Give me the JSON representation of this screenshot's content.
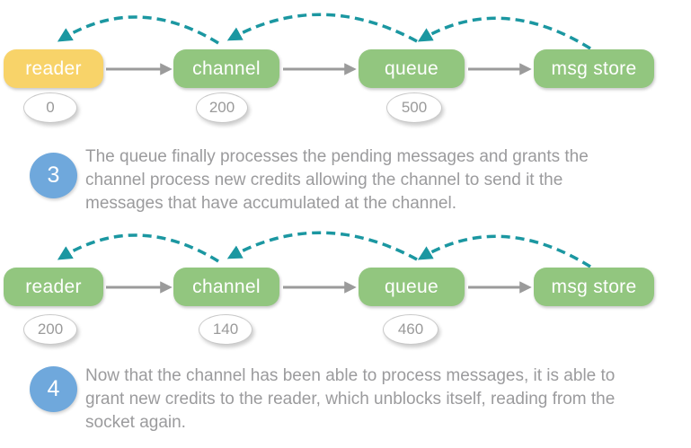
{
  "figure": {
    "description_colors": {
      "node_green": "#92C67F",
      "node_yellow": "#F8D369",
      "credit_arrow_teal": "#1B97A1",
      "flow_arrow_gray": "#9B9B9B",
      "step_circle_blue": "#6FA8DC",
      "body_text_gray": "#9B9B9D"
    }
  },
  "diagrams": [
    {
      "name": "state-after-step-3",
      "nodes": [
        {
          "label": "reader",
          "color": "yellow",
          "badge": "0"
        },
        {
          "label": "channel",
          "color": "green",
          "badge": "200"
        },
        {
          "label": "queue",
          "color": "green",
          "badge": "500"
        },
        {
          "label": "msg store",
          "color": "green",
          "badge": null
        }
      ]
    },
    {
      "name": "state-after-step-4",
      "nodes": [
        {
          "label": "reader",
          "color": "green",
          "badge": "200"
        },
        {
          "label": "channel",
          "color": "green",
          "badge": "140"
        },
        {
          "label": "queue",
          "color": "green",
          "badge": "460"
        },
        {
          "label": "msg store",
          "color": "green",
          "badge": null
        }
      ]
    }
  ],
  "steps": [
    {
      "number": "3",
      "lines": [
        "The queue finally processes the pending messages and grants the",
        "channel process new credits allowing the channel to send it the",
        "messages that have accumulated at the channel."
      ]
    },
    {
      "number": "4",
      "lines": [
        "Now that the channel has been able to process messages, it is able to",
        "grant new credits to the reader, which unblocks itself, reading from the",
        "socket again."
      ]
    }
  ]
}
